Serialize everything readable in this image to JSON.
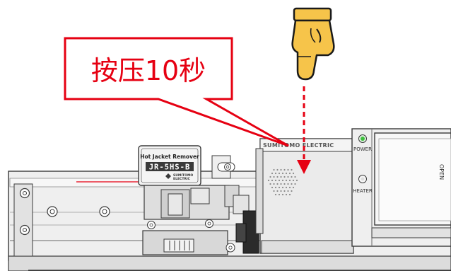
{
  "callout": {
    "text": "按压10秒",
    "color": "#e60012"
  },
  "device": {
    "remover_title": "Hot Jacket Remover",
    "remover_model": "JR-5HS-B",
    "remover_brand_line1": "SUMITOMO",
    "remover_brand_line2": "ELECTRIC",
    "unit_brand": "SUMITOMO ELECTRIC",
    "power_label": "POWER",
    "heater_label": "HEATER",
    "open_label": "OPEN"
  },
  "colors": {
    "callout_red": "#e60012",
    "arrow_red": "#e60012",
    "hand_yellow": "#f6c44a",
    "power_led": "#3fbf3f",
    "device_gray": "#e9e9e9",
    "outline": "#3a3a3a"
  }
}
